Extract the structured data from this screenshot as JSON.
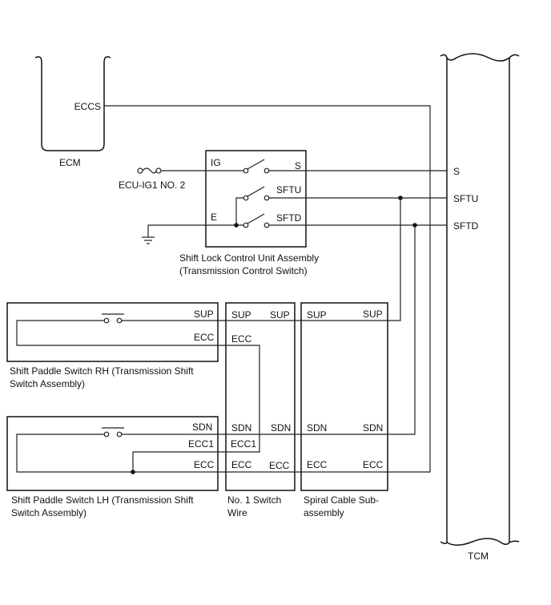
{
  "components": {
    "ecm": {
      "name": "ECM",
      "pin": "ECCS"
    },
    "fuse": {
      "name": "ECU-IG1 NO. 2"
    },
    "shift_lock": {
      "line1": "Shift Lock Control Unit Assembly",
      "line2": "(Transmission Control Switch)",
      "pins": {
        "ig": "IG",
        "s": "S",
        "sftu": "SFTU",
        "e": "E",
        "sftd": "SFTD"
      }
    },
    "tcm": {
      "name": "TCM",
      "pins": {
        "s": "S",
        "sftu": "SFTU",
        "sftd": "SFTD"
      }
    },
    "paddle_rh": {
      "line1": "Shift Paddle Switch RH (Transmission Shift",
      "line2": "Switch Assembly)",
      "pins": {
        "sup": "SUP",
        "ecc": "ECC"
      }
    },
    "paddle_lh": {
      "line1": "Shift Paddle Switch LH (Transmission Shift",
      "line2": "Switch Assembly)",
      "pins": {
        "sdn": "SDN",
        "ecc1": "ECC1",
        "ecc": "ECC"
      }
    },
    "switch_wire": {
      "line1": "No. 1 Switch",
      "line2": "Wire",
      "pins": {
        "sup_l": "SUP",
        "sup_r": "SUP",
        "ecc_l": "ECC",
        "sdn_l": "SDN",
        "sdn_r": "SDN",
        "ecc1_l": "ECC1",
        "ecc_b_l": "ECC",
        "ecc_b_r": "ECC"
      }
    },
    "spiral": {
      "line1": "Spiral Cable Sub-",
      "line2": "assembly",
      "pins": {
        "sup_l": "SUP",
        "sup_r": "SUP",
        "sdn_l": "SDN",
        "sdn_r": "SDN",
        "ecc_l": "ECC",
        "ecc_r": "ECC"
      }
    }
  }
}
